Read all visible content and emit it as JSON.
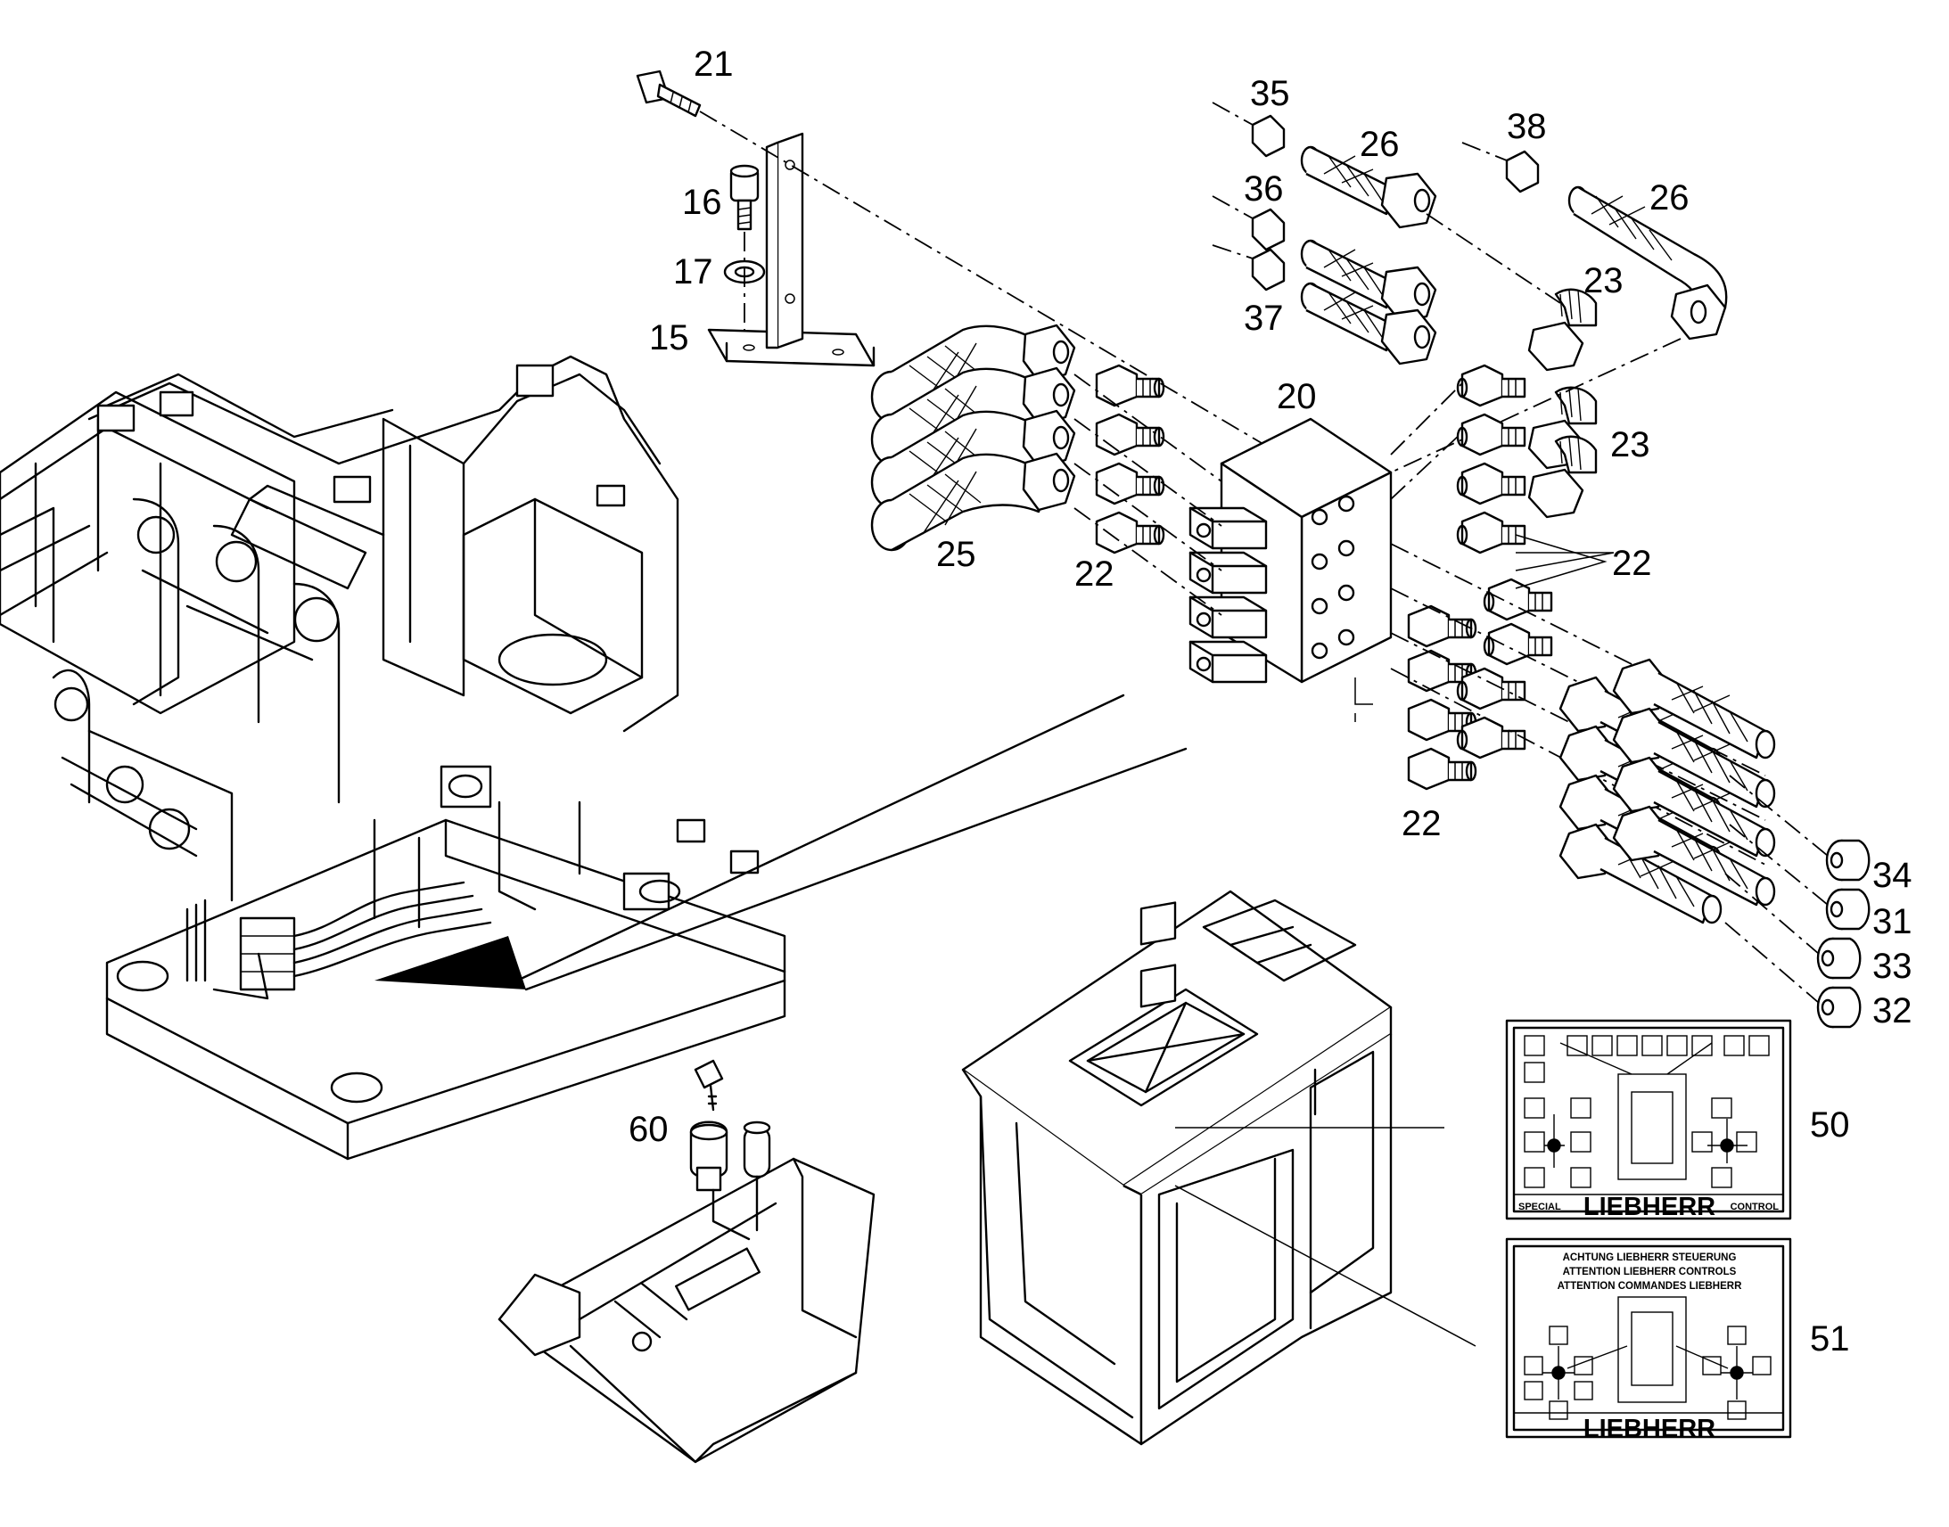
{
  "callouts": {
    "c15": "15",
    "c16": "16",
    "c17": "17",
    "c20": "20",
    "c21": "21",
    "c22a": "22",
    "c22b": "22",
    "c22c": "22",
    "c23a": "23",
    "c23b": "23",
    "c25": "25",
    "c26a": "26",
    "c26b": "26",
    "c31": "31",
    "c32": "32",
    "c33": "33",
    "c34": "34",
    "c35": "35",
    "c36": "36",
    "c37": "37",
    "c38": "38",
    "c50": "50",
    "c51": "51",
    "c60": "60"
  },
  "decal50": {
    "brand": "LIEBHERR",
    "left_tag": "SPECIAL",
    "right_tag": "CONTROL"
  },
  "decal51": {
    "line1": "ACHTUNG LIEBHERR STEUERUNG",
    "line2": "ATTENTION LIEBHERR CONTROLS",
    "line3": "ATTENTION COMMANDES LIEBHERR",
    "brand": "LIEBHERR"
  },
  "colors": {
    "ink": "#000000",
    "paper": "#ffffff"
  }
}
